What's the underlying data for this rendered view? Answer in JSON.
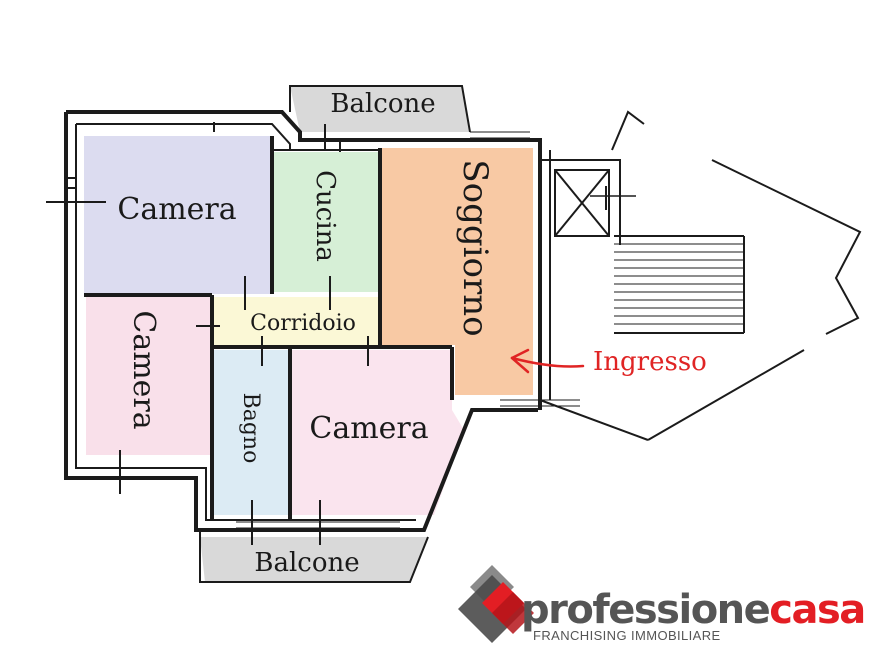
{
  "rooms": {
    "camera_top_left": "Camera",
    "cucina": "Cucina",
    "soggiorno": "Soggiorno",
    "balcone_top": "Balcone",
    "corridoio": "Corridoio",
    "camera_left": "Camera",
    "bagno": "Bagno",
    "camera_right": "Camera",
    "balcone_bottom": "Balcone"
  },
  "entrance": {
    "label": "Ingresso"
  },
  "logo": {
    "name_part1": "professione",
    "name_part2": "casa",
    "tagline": "FRANCHISING IMMOBILIARE"
  },
  "colors": {
    "camera_top_left": "#dcdcf0",
    "cucina": "#d6efd6",
    "soggiorno": "#f8c9a4",
    "corridoio": "#fbf8d6",
    "camera_left": "#f9e0ea",
    "bagno": "#dcebf4",
    "camera_right": "#fae4ee",
    "balcone": "#d9d9d9",
    "wall": "#1b1b1b",
    "ingresso": "#e02424",
    "logo_red": "#e31e24",
    "logo_gray": "#555555"
  }
}
